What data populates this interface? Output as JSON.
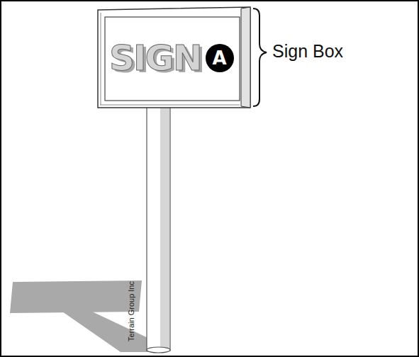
{
  "diagram": {
    "nodes": [
      {
        "text": [
          "SIGN"
        ]
      },
      {
        "text": [
          "A"
        ],
        "in": 0
      },
      {
        "text": [
          "Terrain Group Inc"
        ]
      }
    ],
    "labels": [
      "Sign Box"
    ]
  }
}
